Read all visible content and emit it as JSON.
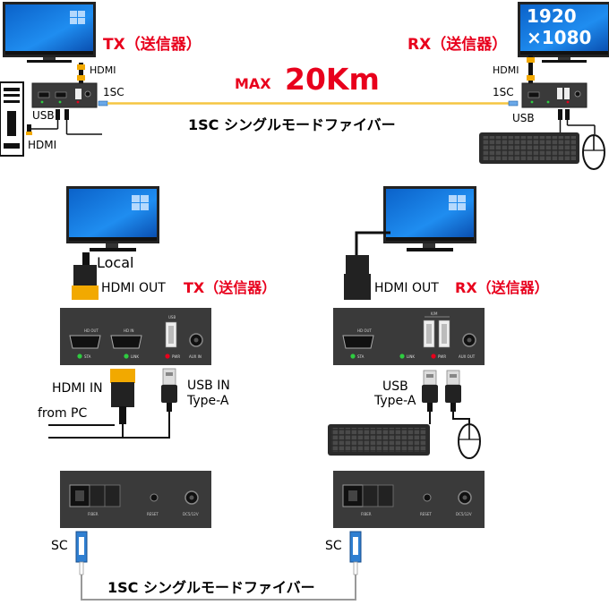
{
  "top": {
    "tx_label": "TX（送信器）",
    "rx_label": "RX（送信器）",
    "hdmi_tx": "HDMI",
    "hdmi_rx": "HDMI",
    "sc_tx": "1SC",
    "sc_rx": "1SC",
    "max_prefix": "MAX",
    "max_distance": "20Km",
    "fiber_caption": "1SC シングルモードファイバー",
    "usb_tx": "USB",
    "hdmi_pc": "HDMI",
    "usb_rx": "USB",
    "resolution_line1": "1920",
    "resolution_line2": "×1080"
  },
  "tx_detail": {
    "local": "Local",
    "hdmi_out": "HDMI OUT",
    "title": "TX（送信器）",
    "port_hd_out": "HD OUT",
    "port_hd_in": "HD IN",
    "port_usb": "USB",
    "led_sta": "STA",
    "led_link": "LINK",
    "led_pwr": "PWR",
    "aux_in": "AUX IN",
    "hdmi_in": "HDMI IN",
    "from_pc": "from PC",
    "usb_in": "USB IN",
    "usb_type": "Type-A"
  },
  "rx_detail": {
    "hdmi_out": "HDMI OUT",
    "title": "RX（送信器）",
    "port_hd_out": "HD OUT",
    "port_kvm": "K/M",
    "led_sta": "STA",
    "led_link": "LINK",
    "led_pwr": "PWR",
    "aux_out": "AUX OUT",
    "usb": "USB",
    "usb_type": "Type-A"
  },
  "back_panel": {
    "fiber": "FIBER",
    "reset": "RESET",
    "power": "DC5/12V"
  },
  "bottom": {
    "sc_left": "SC",
    "sc_right": "SC",
    "fiber_caption": "1SC シングルモードファイバー"
  },
  "colors": {
    "red": "#e8001c",
    "fiber_yellow": "#f5c542",
    "hdmi_gold": "#f2a900",
    "sc_blue": "#2f7fd1",
    "panel": "#3a3a3a"
  }
}
